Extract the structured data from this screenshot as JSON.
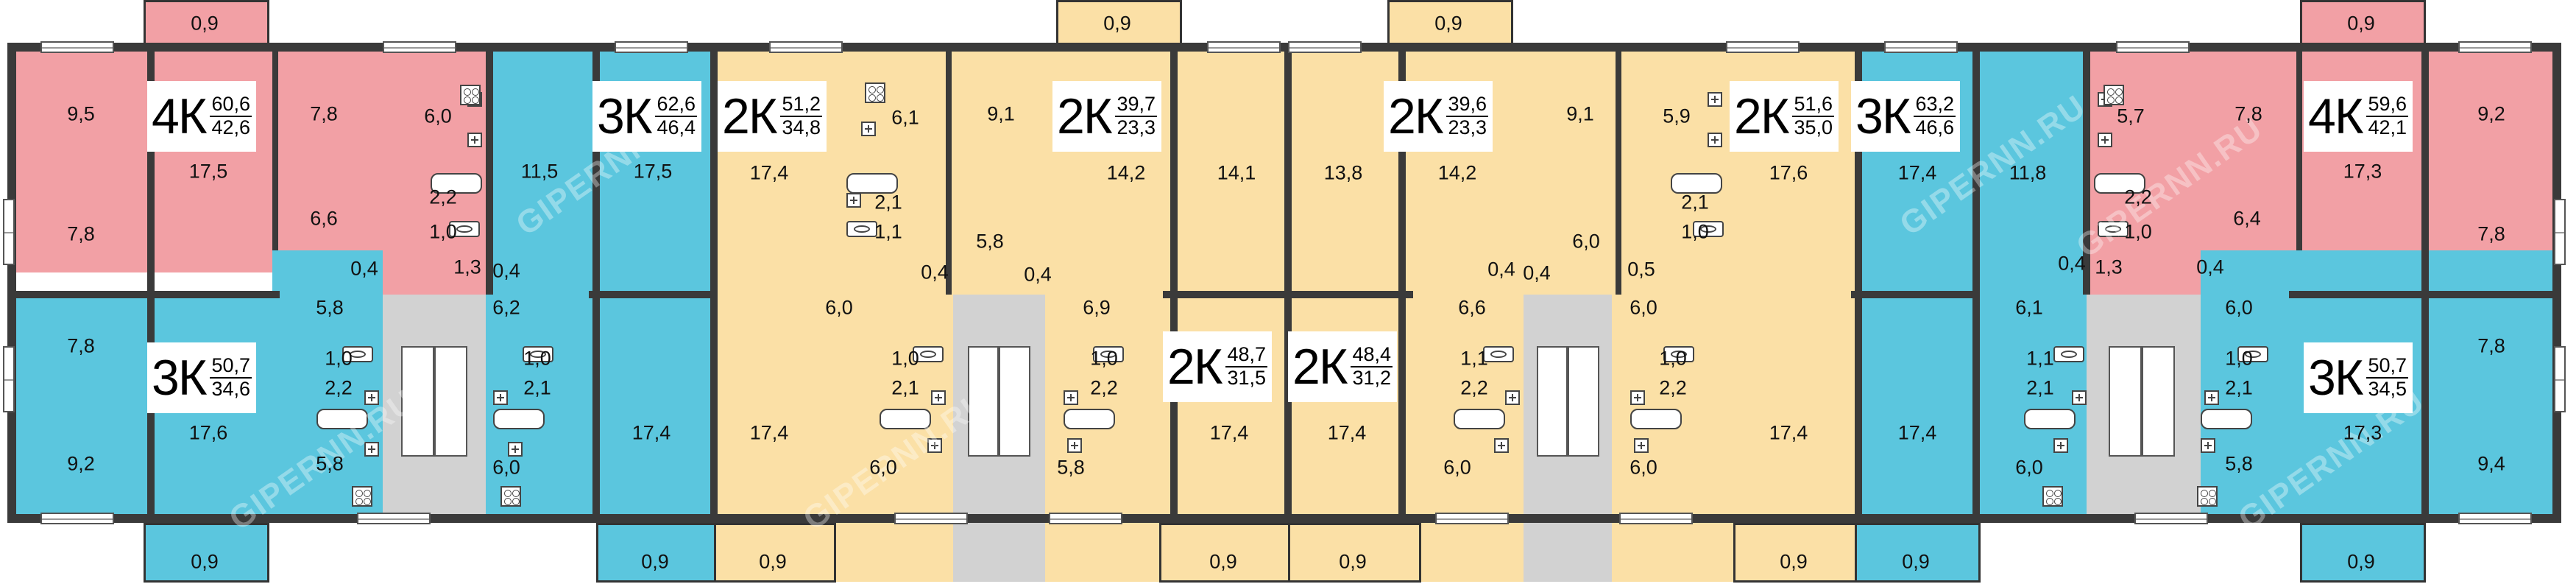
{
  "colors": {
    "four_room": "#f2a0a5",
    "three_room": "#5bc6de",
    "two_room": "#fbe0a6",
    "stair": "#d2d2d2",
    "wall": "#3a3a3a"
  },
  "watermark": "GIPERNN.RU",
  "apartments": [
    {
      "id": "a1",
      "rooms": "4К",
      "total": "60,6",
      "living": "42,6"
    },
    {
      "id": "a2",
      "rooms": "3К",
      "total": "62,6",
      "living": "46,4"
    },
    {
      "id": "a3",
      "rooms": "2К",
      "total": "51,2",
      "living": "34,8"
    },
    {
      "id": "a4",
      "rooms": "2К",
      "total": "39,7",
      "living": "23,3"
    },
    {
      "id": "a5",
      "rooms": "2К",
      "total": "39,6",
      "living": "23,3"
    },
    {
      "id": "a6",
      "rooms": "2К",
      "total": "51,6",
      "living": "35,0"
    },
    {
      "id": "a7",
      "rooms": "3К",
      "total": "63,2",
      "living": "46,6"
    },
    {
      "id": "a8",
      "rooms": "4К",
      "total": "59,6",
      "living": "42,1"
    },
    {
      "id": "a9",
      "rooms": "3К",
      "total": "50,7",
      "living": "34,6"
    },
    {
      "id": "a10",
      "rooms": "2К",
      "total": "48,7",
      "living": "31,5"
    },
    {
      "id": "a11",
      "rooms": "2К",
      "total": "48,4",
      "living": "31,2"
    },
    {
      "id": "a12",
      "rooms": "3К",
      "total": "50,7",
      "living": "34,5"
    }
  ],
  "rooms": [
    "0,9",
    "0,9",
    "0,9",
    "0,9",
    "9,5",
    "7,8",
    "6,0",
    "11,5",
    "17,5",
    "17,5",
    "7,8",
    "6,6",
    "2,2",
    "1,0",
    "1,3",
    "0,4",
    "0,4",
    "17,4",
    "6,1",
    "9,1",
    "14,2",
    "14,1",
    "2,1",
    "1,1",
    "5,8",
    "0,4",
    "0,4",
    "13,8",
    "14,2",
    "9,1",
    "5,9",
    "17,6",
    "2,1",
    "1,0",
    "6,0",
    "0,4",
    "0,4",
    "0,5",
    "17,4",
    "11,8",
    "5,7",
    "7,8",
    "9,2",
    "17,3",
    "7,8",
    "2,2",
    "1,0",
    "6,4",
    "1,3",
    "0,4",
    "0,4",
    "7,8",
    "9,2",
    "17,6",
    "5,8",
    "1,0",
    "2,2",
    "5,8",
    "6,2",
    "1,0",
    "2,1",
    "6,0",
    "17,4",
    "6,0",
    "17,4",
    "1,0",
    "2,1",
    "6,0",
    "1,0",
    "2,2",
    "5,8",
    "6,9",
    "17,4",
    "6,6",
    "1,1",
    "2,2",
    "6,0",
    "17,4",
    "1,0",
    "2,2",
    "6,0",
    "6,0",
    "17,4",
    "17,4",
    "6,1",
    "1,1",
    "2,1",
    "6,0",
    "1,0",
    "2,1",
    "5,8",
    "6,0",
    "17,3",
    "7,8",
    "9,4",
    "0,9",
    "0,9",
    "0,9",
    "0,9",
    "0,9",
    "0,9",
    "0,9",
    "0,9"
  ]
}
